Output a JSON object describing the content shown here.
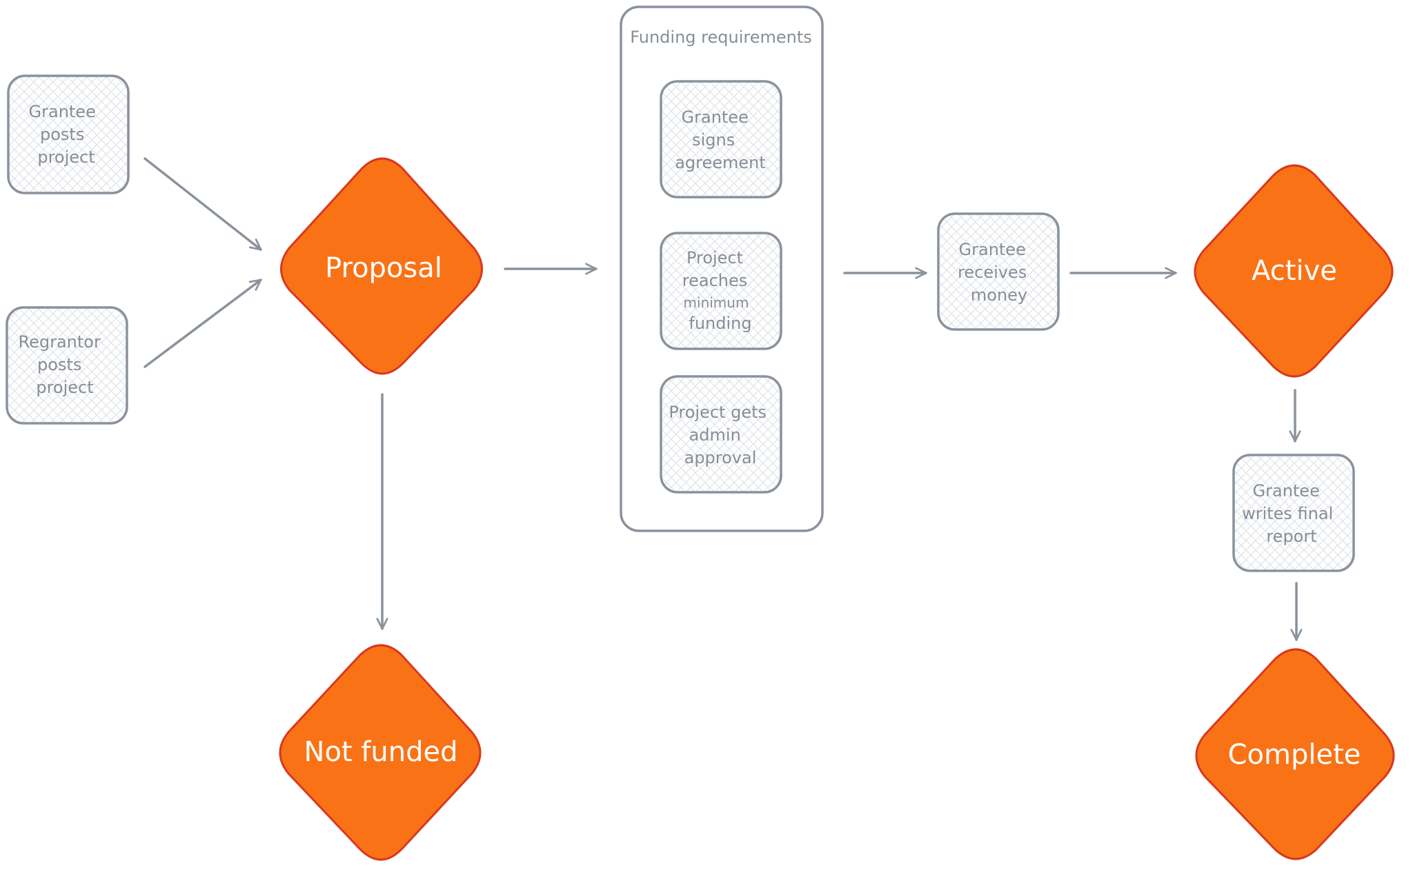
{
  "colors": {
    "state_fill": "#f97316",
    "state_stroke": "#d9381e",
    "box_stroke": "#8a929c",
    "box_hatch": "#dfe3e8",
    "arrow": "#8a929c",
    "text_gray": "#868e96",
    "state_text": "#ffffff"
  },
  "nodes": {
    "grantee_posts": [
      "Grantee",
      "posts",
      "project"
    ],
    "regrantor_posts": [
      "Regrantor",
      "posts",
      "project"
    ],
    "proposal": "Proposal",
    "not_funded": "Not funded",
    "funding_group_title": "Funding requirements",
    "signs_agreement": [
      "Grantee",
      "signs",
      "agreement"
    ],
    "minimum_funding": [
      "Project",
      "reaches",
      "minimum",
      "funding"
    ],
    "admin_approval": [
      "Project gets",
      "admin",
      "approval"
    ],
    "receives_money": [
      "Grantee",
      "receives",
      "money"
    ],
    "active": "Active",
    "final_report": [
      "Grantee",
      "writes final",
      "report"
    ],
    "complete": "Complete"
  }
}
